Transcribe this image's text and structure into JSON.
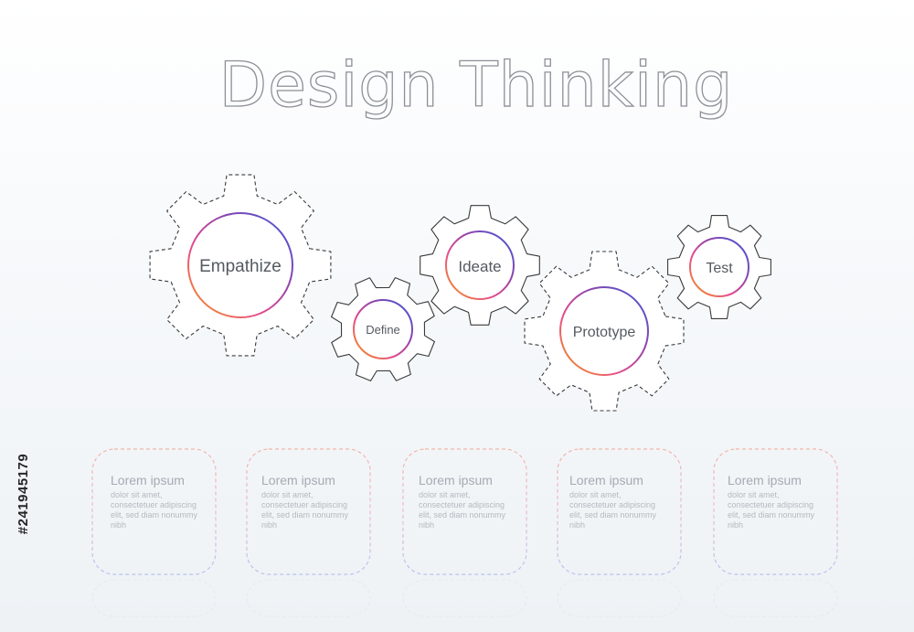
{
  "title": "Design Thinking",
  "gears": [
    {
      "id": "empathize",
      "label": "Empathize",
      "style": "dashed"
    },
    {
      "id": "define",
      "label": "Define",
      "style": "solid"
    },
    {
      "id": "ideate",
      "label": "Ideate",
      "style": "solid"
    },
    {
      "id": "prototype",
      "label": "Prototype",
      "style": "dashed"
    },
    {
      "id": "test",
      "label": "Test",
      "style": "solid"
    }
  ],
  "cards": [
    {
      "title": "Lorem ipsum",
      "lines": [
        "dolor sit amet,",
        "consectetuer adipiscing",
        "elit, sed diam nonummy",
        "nibh"
      ]
    },
    {
      "title": "Lorem ipsum",
      "lines": [
        "dolor sit amet,",
        "consectetuer adipiscing",
        "elit, sed diam nonummy",
        "nibh"
      ]
    },
    {
      "title": "Lorem ipsum",
      "lines": [
        "dolor sit amet,",
        "consectetuer adipiscing",
        "elit, sed diam nonummy",
        "nibh"
      ]
    },
    {
      "title": "Lorem ipsum",
      "lines": [
        "dolor sit amet,",
        "consectetuer adipiscing",
        "elit, sed diam nonummy",
        "nibh"
      ]
    },
    {
      "title": "Lorem ipsum",
      "lines": [
        "dolor sit amet,",
        "consectetuer adipiscing",
        "elit, sed diam nonummy",
        "nibh"
      ]
    }
  ],
  "watermark": {
    "id_text": "#241945179"
  },
  "colors": {
    "gear_outline": "#3a3a3a",
    "ring_gradient": [
      "#3b5bdb",
      "#8e44ad",
      "#e74c8c",
      "#f39c12"
    ],
    "card_border_top": "#f2b6a8",
    "card_border_bottom": "#b9c3ee",
    "title_stroke": "#8d9096"
  }
}
